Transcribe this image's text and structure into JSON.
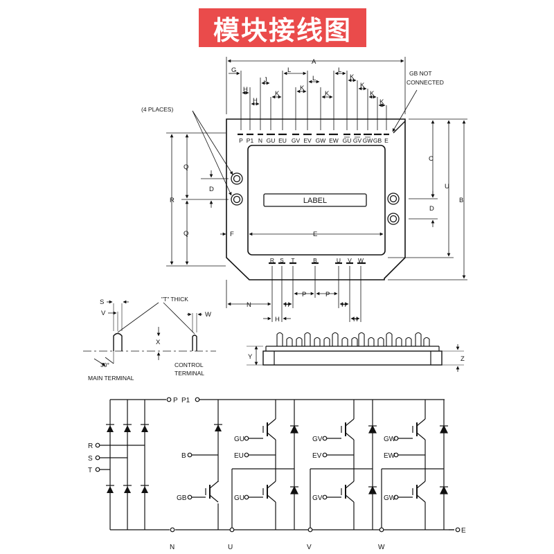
{
  "title": "模块接线图",
  "top_view": {
    "dims": {
      "A": "A",
      "G": "G",
      "H1": "H",
      "H2": "H",
      "J": "J",
      "K1": "K",
      "L1": "L",
      "K2": "K",
      "L2": "L",
      "K3": "K",
      "L3": "L",
      "K4": "K",
      "K5": "K",
      "K6": "K",
      "K7": "K",
      "C": "C",
      "U": "U",
      "B": "B",
      "D_right": "D",
      "Q_top": "Q",
      "Q_bot": "Q",
      "R": "R",
      "D_left": "D",
      "F": "F",
      "E": "E",
      "N": "N",
      "H3": "H",
      "P1": "P",
      "P2": "P",
      "H4": "H",
      "H5": "H",
      "H6": "H"
    },
    "notes": {
      "gb_line1": "GB NOT",
      "gb_line2": "CONNECTED",
      "places": "(4 PLACES)"
    },
    "label": "LABEL",
    "top_pins": [
      "P",
      "P1",
      "N",
      "GU",
      "EU",
      "GV",
      "EV",
      "GW",
      "EW",
      "GU",
      "GV",
      "GW",
      "GB",
      "E"
    ],
    "bottom_pins": [
      "R",
      "S",
      "T",
      "B",
      "U",
      "V",
      "W"
    ]
  },
  "detail": {
    "S": "S",
    "V": "V",
    "W": "W",
    "X": "X",
    "thick": "\"T\" THICK",
    "angle": "30°",
    "main_terminal": "MAIN TERMINAL",
    "control1": "CONTROL",
    "control2": "TERMINAL"
  },
  "side_view": {
    "Y": "Y",
    "Z": "Z"
  },
  "schematic": {
    "P": "P",
    "P1": "P1",
    "R": "R",
    "S": "S",
    "T": "T",
    "B": "B",
    "GB": "GB",
    "GU": "GU",
    "EU": "EU",
    "GU_low": "GU",
    "GV": "GV",
    "EV": "EV",
    "GV_low": "GV",
    "GW": "GW",
    "EW": "EW",
    "GW_low": "GW",
    "N": "N",
    "U": "U",
    "V": "V",
    "W": "W",
    "E": "E"
  }
}
